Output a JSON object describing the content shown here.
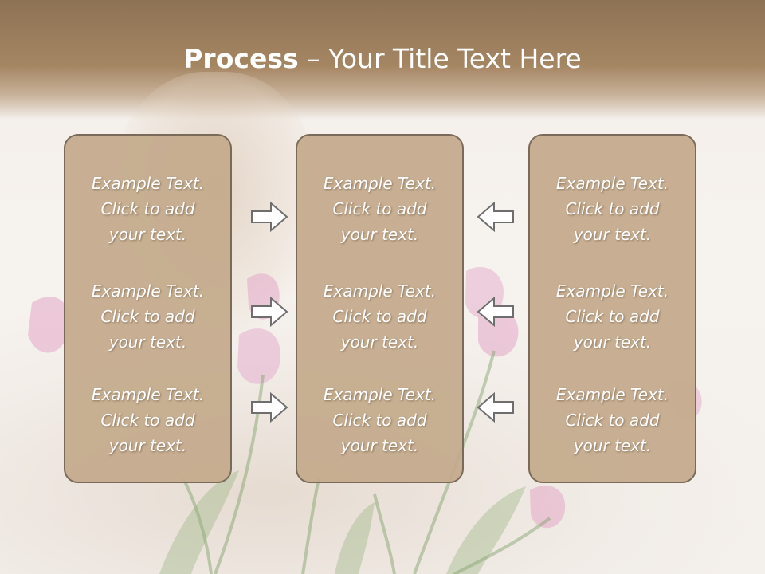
{
  "slide": {
    "title_bold": "Process",
    "title_rest": " – Your Title Text Here"
  },
  "columns": [
    {
      "blocks": [
        {
          "line1": "Example Text.",
          "line2": "Click  to add",
          "line3": "your text."
        },
        {
          "line1": "Example Text.",
          "line2": "Click  to add",
          "line3": "your text."
        },
        {
          "line1": "Example Text.",
          "line2": "Click  to add",
          "line3": "your text."
        }
      ]
    },
    {
      "blocks": [
        {
          "line1": "Example Text.",
          "line2": "Click  to add",
          "line3": "your text."
        },
        {
          "line1": "Example Text.",
          "line2": "Click  to add",
          "line3": "your text."
        },
        {
          "line1": "Example Text.",
          "line2": "Click  to add",
          "line3": "your text."
        }
      ]
    },
    {
      "blocks": [
        {
          "line1": "Example Text.",
          "line2": "Click  to add",
          "line3": "your text."
        },
        {
          "line1": "Example Text.",
          "line2": "Click  to add",
          "line3": "your text."
        },
        {
          "line1": "Example Text.",
          "line2": "Click  to add",
          "line3": "your text."
        }
      ]
    }
  ],
  "arrows": {
    "left_group": "right-arrow-icon",
    "right_group": "left-arrow-icon"
  },
  "colors": {
    "title_band": "#a58663",
    "box_fill": "#c4aa8c",
    "box_border": "#7a6a5a",
    "text": "#ffffff"
  }
}
